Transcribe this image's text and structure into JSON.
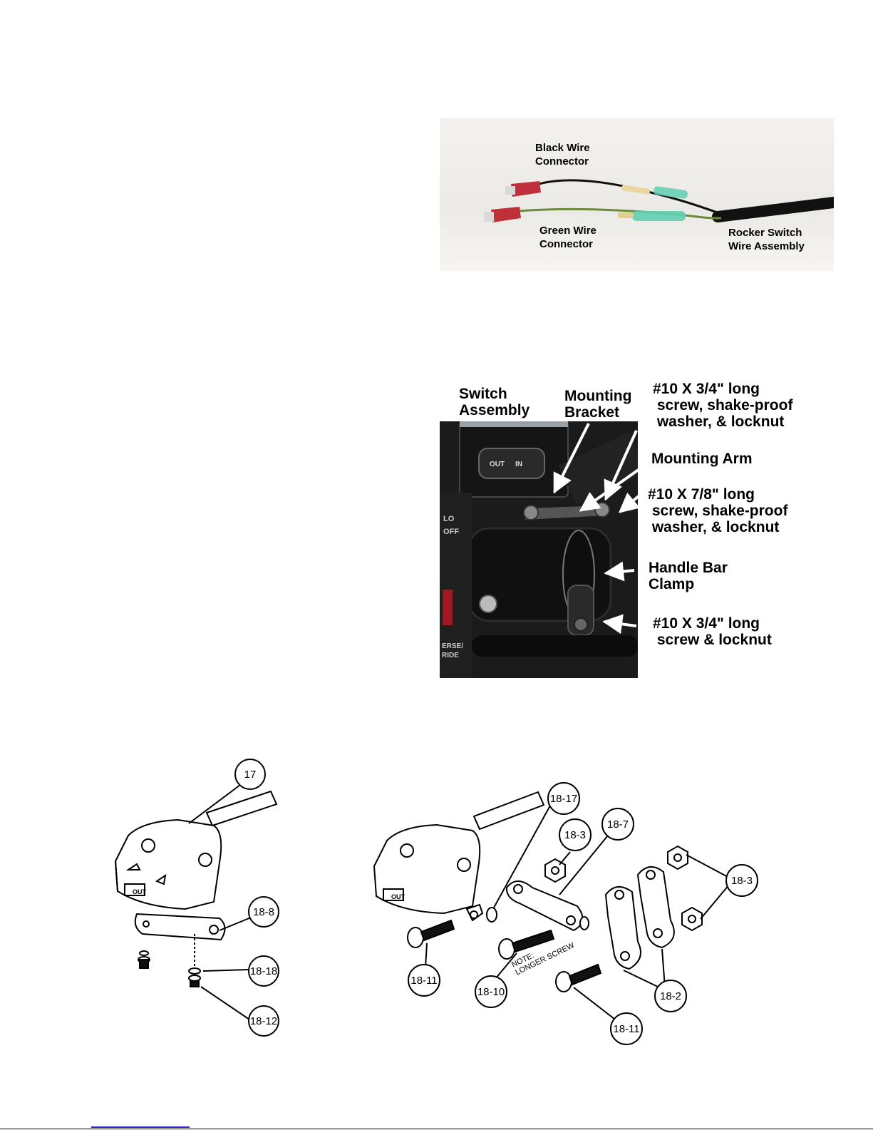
{
  "wire_photo": {
    "labels": {
      "black": "Black Wire\nConnector",
      "green": "Green Wire\nConnector",
      "rocker": "Rocker Switch\nWire Assembly"
    }
  },
  "mount_photo": {
    "labels": {
      "switch_assembly": "Switch\nAssembly",
      "mounting_bracket": "Mounting\nBracket",
      "screw_top": "#10 X 3/4\" long\n screw, shake-proof\n washer, & locknut",
      "mounting_arm": "Mounting Arm",
      "screw_mid": "#10 X 7/8\" long\n screw, shake-proof\n washer, & locknut",
      "handle_bar_clamp": "Handle Bar\nClamp",
      "screw_bottom": "#10 X 3/4\" long\n screw & locknut"
    },
    "switch_text": {
      "out": "OUT",
      "in": "IN"
    },
    "panel_text": {
      "lo": "LO",
      "off": "OFF",
      "override": "ERSE/\nRIDE"
    }
  },
  "diagram_left": {
    "callouts": [
      "17",
      "18-8",
      "18-18",
      "18-12"
    ],
    "switch_text": "OUT"
  },
  "diagram_right": {
    "callouts": [
      "18-17",
      "18-3",
      "18-7",
      "18-3",
      "18-11",
      "18-10",
      "18-2",
      "18-11"
    ],
    "note": "NOTE:\nLONGER SCREW",
    "switch_text": "OUT"
  },
  "colors": {
    "wire_black": "#111111",
    "wire_green": "#6b8a3c",
    "connector_red": "#c0303a",
    "heatshrink": "#5fcfb0",
    "photo_dark": "#161616"
  }
}
